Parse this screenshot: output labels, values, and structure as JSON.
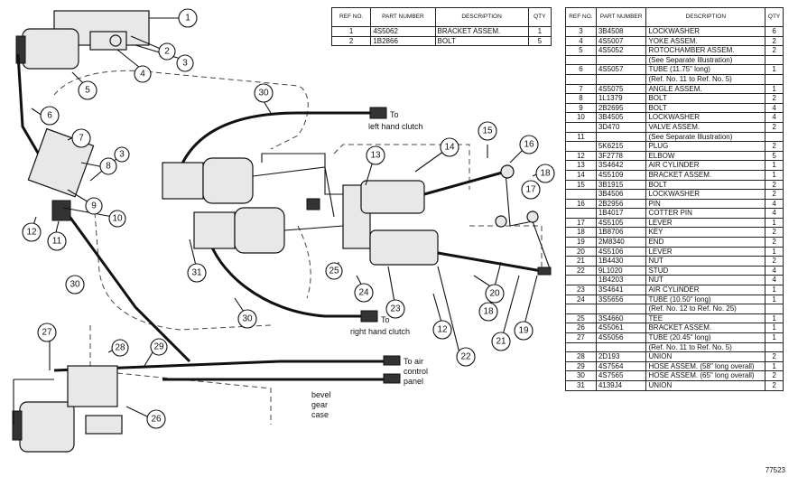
{
  "diagram": {
    "callouts": [
      "1",
      "2",
      "3",
      "4",
      "5",
      "6",
      "7",
      "8",
      "3",
      "9",
      "10",
      "12",
      "11",
      "13",
      "14",
      "15",
      "16",
      "17",
      "18",
      "30",
      "30",
      "30",
      "31",
      "25",
      "24",
      "23",
      "12",
      "22",
      "20",
      "18",
      "21",
      "19",
      "27",
      "28",
      "29",
      "26"
    ],
    "labels": {
      "to_left": [
        "To",
        "left hand clutch"
      ],
      "to_right": [
        "To",
        "right hand clutch"
      ],
      "to_air": [
        "To air",
        "control",
        "panel"
      ],
      "bevel": [
        "bevel",
        "gear",
        "case"
      ]
    }
  },
  "table_small": {
    "headers": {
      "ref": "REF NO.",
      "part": "PART NUMBER",
      "desc": "DESCRIPTION",
      "qty": "QTY"
    },
    "rows": [
      {
        "ref": "1",
        "part": "4S5062",
        "desc": "BRACKET ASSEM.",
        "qty": "1"
      },
      {
        "ref": "2",
        "part": "1B2866",
        "desc": "BOLT",
        "qty": "5"
      }
    ]
  },
  "table_main": {
    "headers": {
      "ref": "REF NO.",
      "part": "PART NUMBER",
      "desc": "DESCRIPTION",
      "qty": "QTY"
    },
    "rows": [
      {
        "ref": "3",
        "part": "3B4508",
        "desc": "LOCKWASHER",
        "qty": "6"
      },
      {
        "ref": "4",
        "part": "4S5007",
        "desc": "YOKE ASSEM.",
        "qty": "2"
      },
      {
        "ref": "5",
        "part": "4S5052",
        "desc": "ROTOCHAMBER ASSEM.",
        "qty": "2"
      },
      {
        "ref": "",
        "part": "",
        "desc": "(See Separate Illustration)",
        "qty": ""
      },
      {
        "ref": "6",
        "part": "4S5057",
        "desc": "TUBE (11.75\" long)",
        "qty": "1"
      },
      {
        "ref": "",
        "part": "",
        "desc": "(Ref. No. 11 to Ref. No. 5)",
        "qty": ""
      },
      {
        "ref": "7",
        "part": "4S5075",
        "desc": "ANGLE ASSEM.",
        "qty": "1"
      },
      {
        "ref": "8",
        "part": "1L1379",
        "desc": "BOLT",
        "qty": "2"
      },
      {
        "ref": "9",
        "part": "2B2695",
        "desc": "BOLT",
        "qty": "4"
      },
      {
        "ref": "10",
        "part": "3B4505",
        "desc": "LOCKWASHER",
        "qty": "4"
      },
      {
        "ref": "",
        "part": "3D470",
        "desc": "VALVE ASSEM.",
        "qty": "2"
      },
      {
        "ref": "11",
        "part": "",
        "desc": "(See Separate Illustration)",
        "qty": ""
      },
      {
        "ref": "",
        "part": "5K6215",
        "desc": "PLUG",
        "qty": "2"
      },
      {
        "ref": "12",
        "part": "3F2778",
        "desc": "ELBOW",
        "qty": "5"
      },
      {
        "ref": "13",
        "part": "3S4642",
        "desc": "AIR CYLINDER",
        "qty": "1"
      },
      {
        "ref": "14",
        "part": "4S5109",
        "desc": "BRACKET ASSEM.",
        "qty": "1"
      },
      {
        "ref": "15",
        "part": "3B1915",
        "desc": "BOLT",
        "qty": "2"
      },
      {
        "ref": "",
        "part": "3B4506",
        "desc": "LOCKWASHER",
        "qty": "2"
      },
      {
        "ref": "16",
        "part": "2B2956",
        "desc": "PIN",
        "qty": "4"
      },
      {
        "ref": "",
        "part": "1B4017",
        "desc": "COTTER PIN",
        "qty": "4"
      },
      {
        "ref": "17",
        "part": "4S5105",
        "desc": "LEVER",
        "qty": "1"
      },
      {
        "ref": "18",
        "part": "1B8706",
        "desc": "KEY",
        "qty": "2"
      },
      {
        "ref": "19",
        "part": "2M8340",
        "desc": "END",
        "qty": "2"
      },
      {
        "ref": "20",
        "part": "4S5106",
        "desc": "LEVER",
        "qty": "1"
      },
      {
        "ref": "21",
        "part": "1B4430",
        "desc": "NUT",
        "qty": "2"
      },
      {
        "ref": "22",
        "part": "9L1020",
        "desc": "STUD",
        "qty": "4"
      },
      {
        "ref": "",
        "part": "1B4203",
        "desc": "NUT",
        "qty": "4"
      },
      {
        "ref": "23",
        "part": "3S4641",
        "desc": "AIR CYLINDER",
        "qty": "1"
      },
      {
        "ref": "24",
        "part": "3S5656",
        "desc": "TUBE (10.50\" long)",
        "qty": "1"
      },
      {
        "ref": "",
        "part": "",
        "desc": "(Ref. No. 12 to Ref. No. 25)",
        "qty": ""
      },
      {
        "ref": "25",
        "part": "3S4660",
        "desc": "TEE",
        "qty": "1"
      },
      {
        "ref": "26",
        "part": "4S5061",
        "desc": "BRACKET ASSEM.",
        "qty": "1"
      },
      {
        "ref": "27",
        "part": "4S5056",
        "desc": "TUBE (20.45\" long)",
        "qty": "1"
      },
      {
        "ref": "",
        "part": "",
        "desc": "(Ref. No. 11 to Ref. No. 5)",
        "qty": ""
      },
      {
        "ref": "28",
        "part": "2D193",
        "desc": "UNION",
        "qty": "2"
      },
      {
        "ref": "29",
        "part": "4S7564",
        "desc": "HOSE ASSEM. (58\" long overall)",
        "qty": "1"
      },
      {
        "ref": "30",
        "part": "4S7565",
        "desc": "HOSE ASSEM. (65\" long overall)",
        "qty": "2"
      },
      {
        "ref": "31",
        "part": "4139J4",
        "desc": "UNION",
        "qty": "2"
      }
    ]
  },
  "figure_number": "77523"
}
